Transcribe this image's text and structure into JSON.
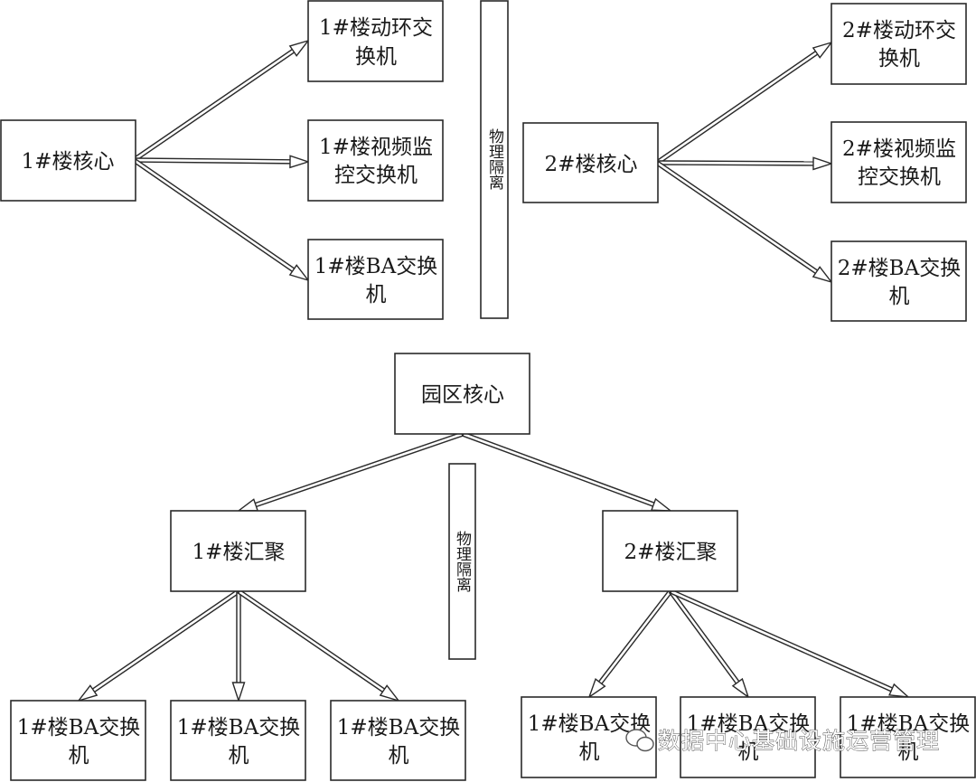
{
  "top_left": {
    "core": "1#楼核心",
    "targets": [
      [
        "1#楼动环交",
        "换机"
      ],
      [
        "1#楼视频监",
        "控交换机"
      ],
      [
        "1#楼BA交换",
        "机"
      ]
    ]
  },
  "top_right": {
    "core": "2#楼核心",
    "targets": [
      [
        "2#楼动环交",
        "换机"
      ],
      [
        "2#楼视频监",
        "控交换机"
      ],
      [
        "2#楼BA交换",
        "机"
      ]
    ]
  },
  "separator_top": "物理隔离",
  "separator_bottom": "物理隔离",
  "bottom": {
    "campus_core": "园区核心",
    "agg_left": "1#楼汇聚",
    "agg_right": "2#楼汇聚",
    "left_leaves": [
      [
        "1#楼BA交换",
        "机"
      ],
      [
        "1#楼BA交换",
        "机"
      ],
      [
        "1#楼BA交换",
        "机"
      ]
    ],
    "right_leaves": [
      [
        "1#楼BA交换",
        "机"
      ],
      [
        "1#楼BA交换",
        "机"
      ],
      [
        "1#楼BA交换",
        "机"
      ]
    ]
  },
  "watermark": {
    "text": "数据中心基础设施运营管理",
    "icon": "wechat-icon"
  }
}
